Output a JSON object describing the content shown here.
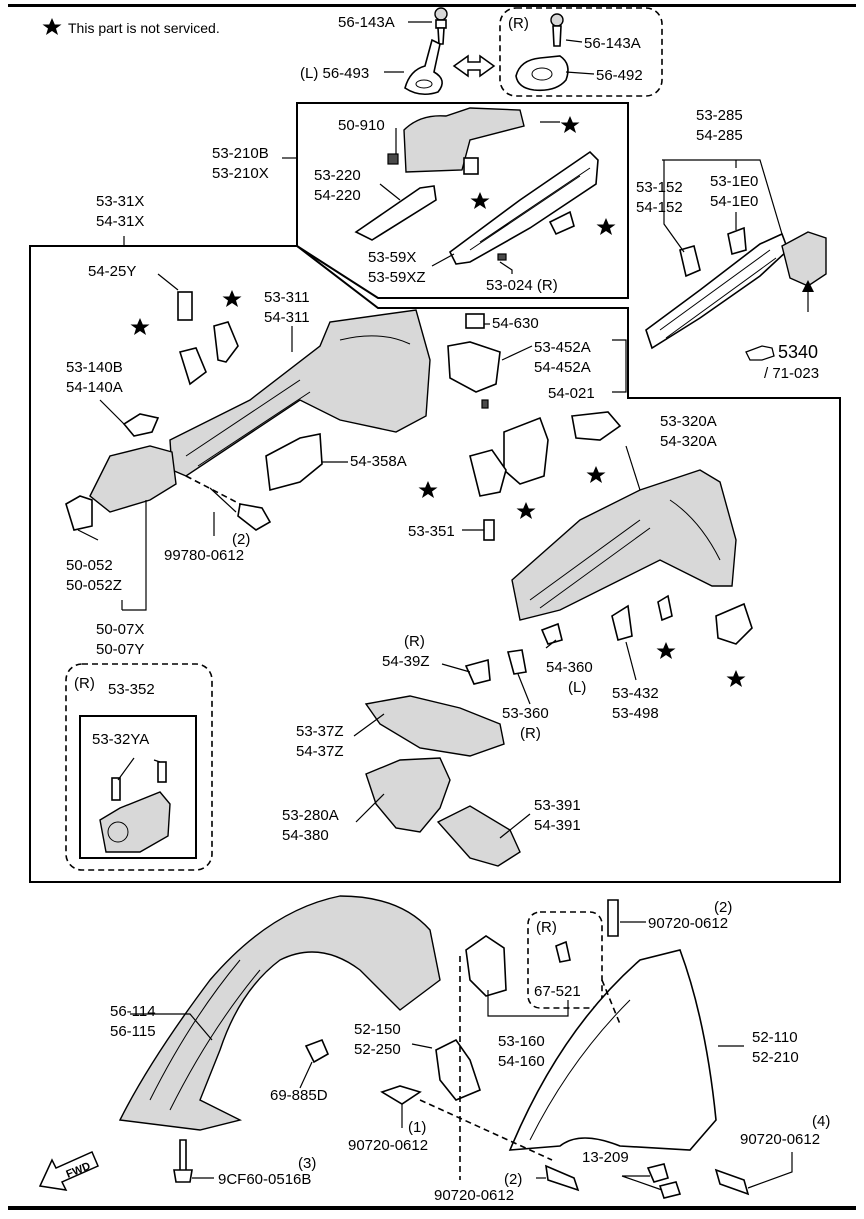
{
  "legend": {
    "note": "This part is not serviced."
  },
  "labels": {
    "l56143A_a": "56-143A",
    "l56493": "(L) 56-493",
    "rR_top": "(R)",
    "l56143A_b": "56-143A",
    "l56492": "56-492",
    "l50910": "50-910",
    "l53210B": "53-210B",
    "l53210X": "53-210X",
    "l53220": "53-220",
    "l54220": "54-220",
    "l5359X": "53-59X",
    "l5359XZ": "53-59XZ",
    "l53024": "53-024 (R)",
    "l53285": "53-285",
    "l54285": "54-285",
    "l53152": "53-152",
    "l54152": "54-152",
    "l531E0": "53-1E0",
    "l541E0": "54-1E0",
    "l5340": "5340",
    "l71023": "/ 71-023",
    "l5331X": "53-31X",
    "l5431X": "54-31X",
    "l5425Y": "54-25Y",
    "l53311": "53-311",
    "l54311": "54-311",
    "l54630": "54-630",
    "l53452A": "53-452A",
    "l54452A": "54-452A",
    "l54021": "54-021",
    "l53140B": "53-140B",
    "l54140A": "54-140A",
    "l54358A": "54-358A",
    "l53320A": "53-320A",
    "l54320A": "54-320A",
    "q2a": "(2)",
    "l99780": "99780-0612",
    "l53351": "53-351",
    "l50052": "50-052",
    "l50052Z": "50-052Z",
    "l5007X": "50-07X",
    "l5007Y": "50-07Y",
    "rR_box": "(R)",
    "l53352": "53-352",
    "l5332YA": "53-32YA",
    "rR_39": "(R)",
    "l5439Z": "54-39Z",
    "l54360": "54-360",
    "l54360L": "(L)",
    "l53432": "53-432",
    "l53498": "53-498",
    "l53360": "53-360",
    "l53360R": "(R)",
    "l5337Z": "53-37Z",
    "l5437Z": "54-37Z",
    "l53280A": "53-280A",
    "l54380": "54-380",
    "l53391": "53-391",
    "l54391": "54-391",
    "q2b": "(2)",
    "l90720a": "90720-0612",
    "rR_67": "(R)",
    "l67521": "67-521",
    "l56114": "56-114",
    "l56115": "56-115",
    "l53160": "53-160",
    "l54160": "54-160",
    "l52150": "52-150",
    "l52250": "52-250",
    "l52110": "52-110",
    "l52210": "52-210",
    "l69885D": "69-885D",
    "q1": "(1)",
    "l90720b": "90720-0612",
    "q4": "(4)",
    "l90720c": "90720-0612",
    "l13209": "13-209",
    "q3": "(3)",
    "l9CF60": "9CF60-0516B",
    "q2c": "(2)",
    "l90720d": "90720-0612",
    "fwd": "FWD"
  }
}
